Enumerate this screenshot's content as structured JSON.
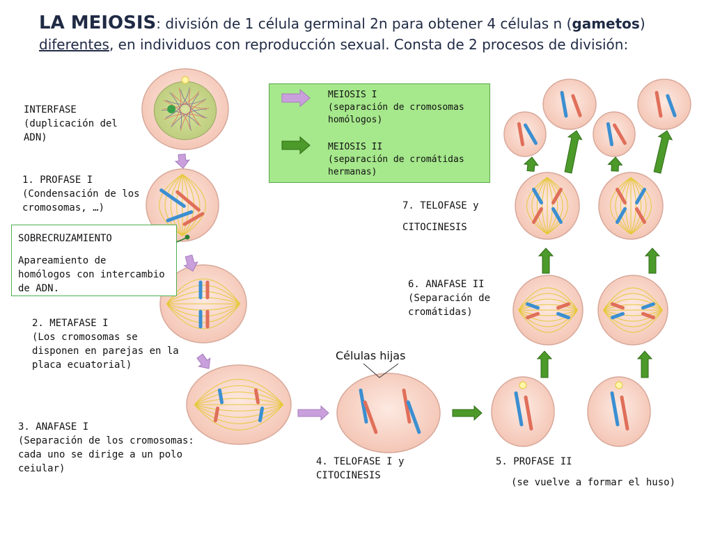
{
  "title": {
    "lead": "LA MEIOSIS",
    "p1": ": división de 1 célula germinal 2n para obtener 4 células n (",
    "bold": "gametos",
    "p2": ")",
    "underlined": "diferentes",
    "p3": ", en individuos con reproducción sexual. Consta de 2 procesos de división:"
  },
  "legend": {
    "meiosis1": "MEIOSIS I\n(separación de cromosomas\nhomólogos)",
    "meiosis2": "MEIOSIS II\n(separación de cromátidas\nhermanas)",
    "color_meiosis1": "#c9a0dc",
    "color_meiosis2": "#4c9a2a",
    "background": "#a6e88c"
  },
  "stages": {
    "interfase": "INTERFASE\n(duplicación del\nADN)",
    "profase1": "1. PROFASE I\n(Condensación de los\ncromosomas, …)",
    "sobre_title": "SOBRECRUZAMIENTO",
    "sobre_desc": "Apareamiento de\nhomólogos con intercambio\nde ADN.",
    "metafase1": "2. METAFASE I\n(Los cromosomas se\ndisponen en parejas en la\nplaca ecuatorial)",
    "anafase1": "3. ANAFASE I\n(Separación de los cromosomas:\ncada uno se dirige a un polo\nceiular)",
    "telofase1": "4. TELOFASE I  y\nCITOCINESIS",
    "celulas_hijas": "Células hijas",
    "profase2": "5. PROFASE II",
    "profase2_desc": "(se vuelve a formar el huso)",
    "anafase2": "6. ANAFASE II\n(Separación de\ncromátidas)",
    "telofase2_a": "7. TELOFASE y",
    "telofase2_b": "CITOCINESIS"
  },
  "colors": {
    "cell_fill": "#f7d3c6",
    "cell_stroke": "#d7a89a",
    "spindle": "#e6c93a",
    "chrom_blue": "#3b8fd1",
    "chrom_red": "#e06f5a",
    "nucleus": "#c8d68a"
  }
}
